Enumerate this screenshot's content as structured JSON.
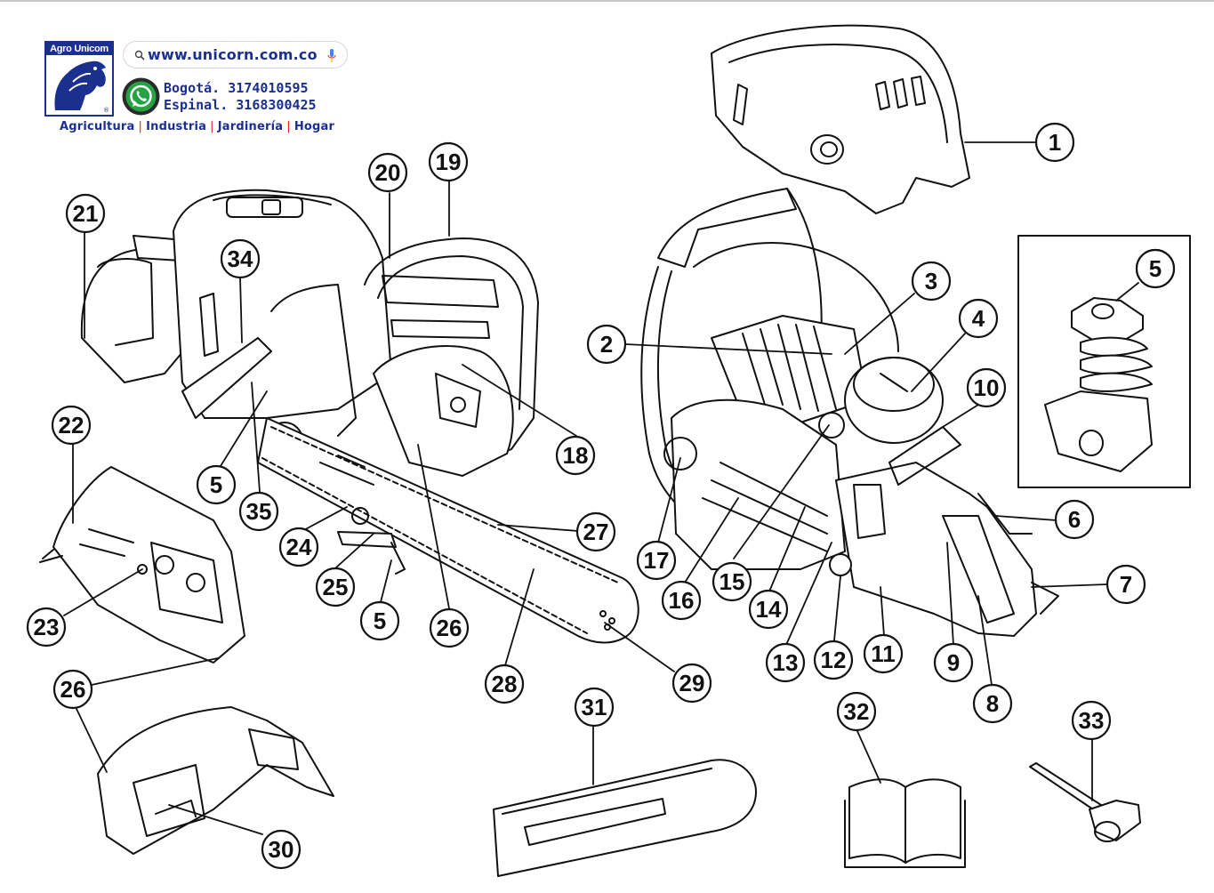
{
  "brand": {
    "logo_text": "Agro Unicom",
    "logo_registered": "®",
    "website": "www.unicorn.com.co",
    "phones": [
      "Bogotá. 3174010595",
      "Espinal. 3168300425"
    ],
    "categories": [
      "Agricultura",
      "Industria",
      "Jardinería",
      "Hogar"
    ],
    "colors": {
      "brand_blue": "#1b2f8f",
      "separator_red": "#e02020",
      "whatsapp_green": "#25a244"
    }
  },
  "callouts": [
    "1",
    "2",
    "3",
    "4",
    "5",
    "6",
    "7",
    "8",
    "9",
    "10",
    "11",
    "12",
    "13",
    "14",
    "15",
    "16",
    "17",
    "18",
    "19",
    "20",
    "21",
    "22",
    "23",
    "24",
    "25",
    "26",
    "27",
    "28",
    "29",
    "30",
    "31",
    "32",
    "33",
    "34",
    "35",
    "5",
    "5",
    "5",
    "26"
  ],
  "icons": [
    "search-icon",
    "microphone-icon",
    "whatsapp-icon",
    "horse-logo-icon"
  ]
}
